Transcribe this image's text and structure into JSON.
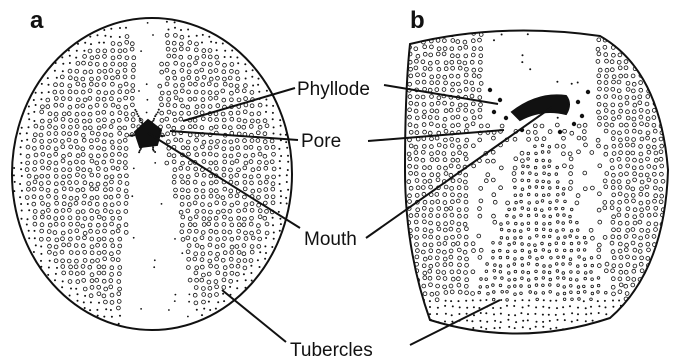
{
  "figure": {
    "panels": [
      {
        "letter": "a",
        "view": "oral",
        "mouth_shape": "pentagonal"
      },
      {
        "letter": "b",
        "view": "oral",
        "mouth_shape": "crescent"
      }
    ],
    "labels": {
      "phyllode": "Phyllode",
      "pore": "Pore",
      "mouth": "Mouth",
      "tubercles": "Tubercles"
    },
    "colors": {
      "ink": "#111111",
      "background": "#ffffff"
    }
  }
}
